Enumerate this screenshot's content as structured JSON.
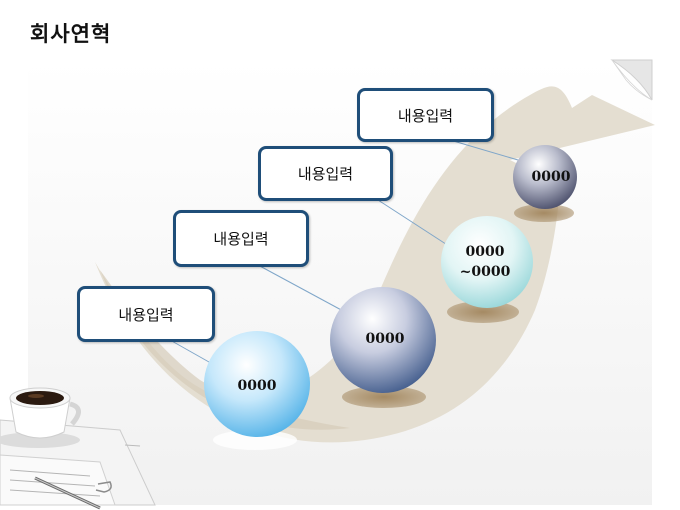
{
  "title": "회사연혁",
  "steps": [
    {
      "label": "내용입력",
      "value": "0000"
    },
    {
      "label": "내용입력",
      "value": "0000"
    },
    {
      "label": "내용입력",
      "value_line1": "0000",
      "value_line2": "~0000"
    },
    {
      "label": "내용입력",
      "value": "0000"
    }
  ],
  "colors": {
    "box_border": "#1f4e79",
    "arrow": "#e0d8c8",
    "ball_1": "#5ab8e8",
    "ball_2": "#3d5a8a",
    "ball_3": "#a8dde0",
    "ball_4": "#454a68"
  },
  "icons": [
    "coffee-cup-icon",
    "papers-icon",
    "pen-icon",
    "paperclip-icon",
    "page-curl-icon"
  ]
}
